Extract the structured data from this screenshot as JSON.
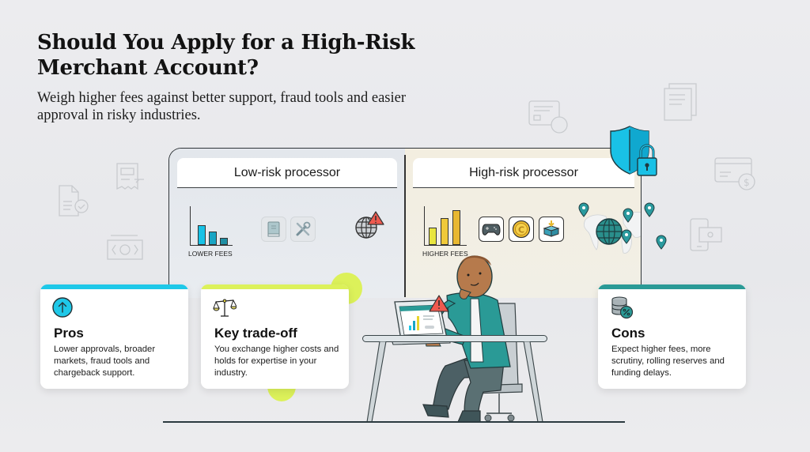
{
  "header": {
    "title": "Should You Apply for a High-Risk Merchant Account?",
    "subtitle": "Weigh higher fees against better support, fraud tools and easier approval in risky industries."
  },
  "comparison": {
    "low_risk": {
      "label": "Low-risk processor",
      "chart_label": "LOWER FEES",
      "bars": [
        {
          "height": 25,
          "color": "#17c2e6"
        },
        {
          "height": 17,
          "color": "#1aa5c4"
        },
        {
          "height": 9,
          "color": "#1f8ea3"
        }
      ],
      "icons": [
        "book-icon",
        "tools-icon",
        "globe-warning-icon"
      ]
    },
    "high_risk": {
      "label": "High-risk processor",
      "chart_label": "HIGHER FEES",
      "bars": [
        {
          "height": 22,
          "color": "#e8e53e"
        },
        {
          "height": 34,
          "color": "#f0c93a"
        },
        {
          "height": 44,
          "color": "#e8b730"
        }
      ],
      "icons": [
        "gamepad-icon",
        "crypto-coin-icon",
        "package-icon",
        "globe-icon",
        "world-map-icon",
        "shield-lock-icon"
      ]
    }
  },
  "cards": [
    {
      "id": "pros",
      "title": "Pros",
      "text": "Lower approvals, broader markets, fraud tools and chargeback support.",
      "accent": "#1ec8e8",
      "icon": "arrow-up-circle-icon"
    },
    {
      "id": "tradeoff",
      "title": "Key trade-off",
      "text": "You exchange higher costs and holds for expertise in your industry.",
      "accent": "#dcf15a",
      "icon": "scales-icon"
    },
    {
      "id": "cons",
      "title": "Cons",
      "text": "Expect higher fees, more scrutiny, rolling reserves and funding delays.",
      "accent": "#2a9a96",
      "icon": "coins-percent-icon"
    }
  ],
  "colors": {
    "cyan": "#1ec8e8",
    "teal": "#2a8f8c",
    "lime": "#dcf15a",
    "warning": "#ee5a4f",
    "gold": "#f0c93a"
  }
}
